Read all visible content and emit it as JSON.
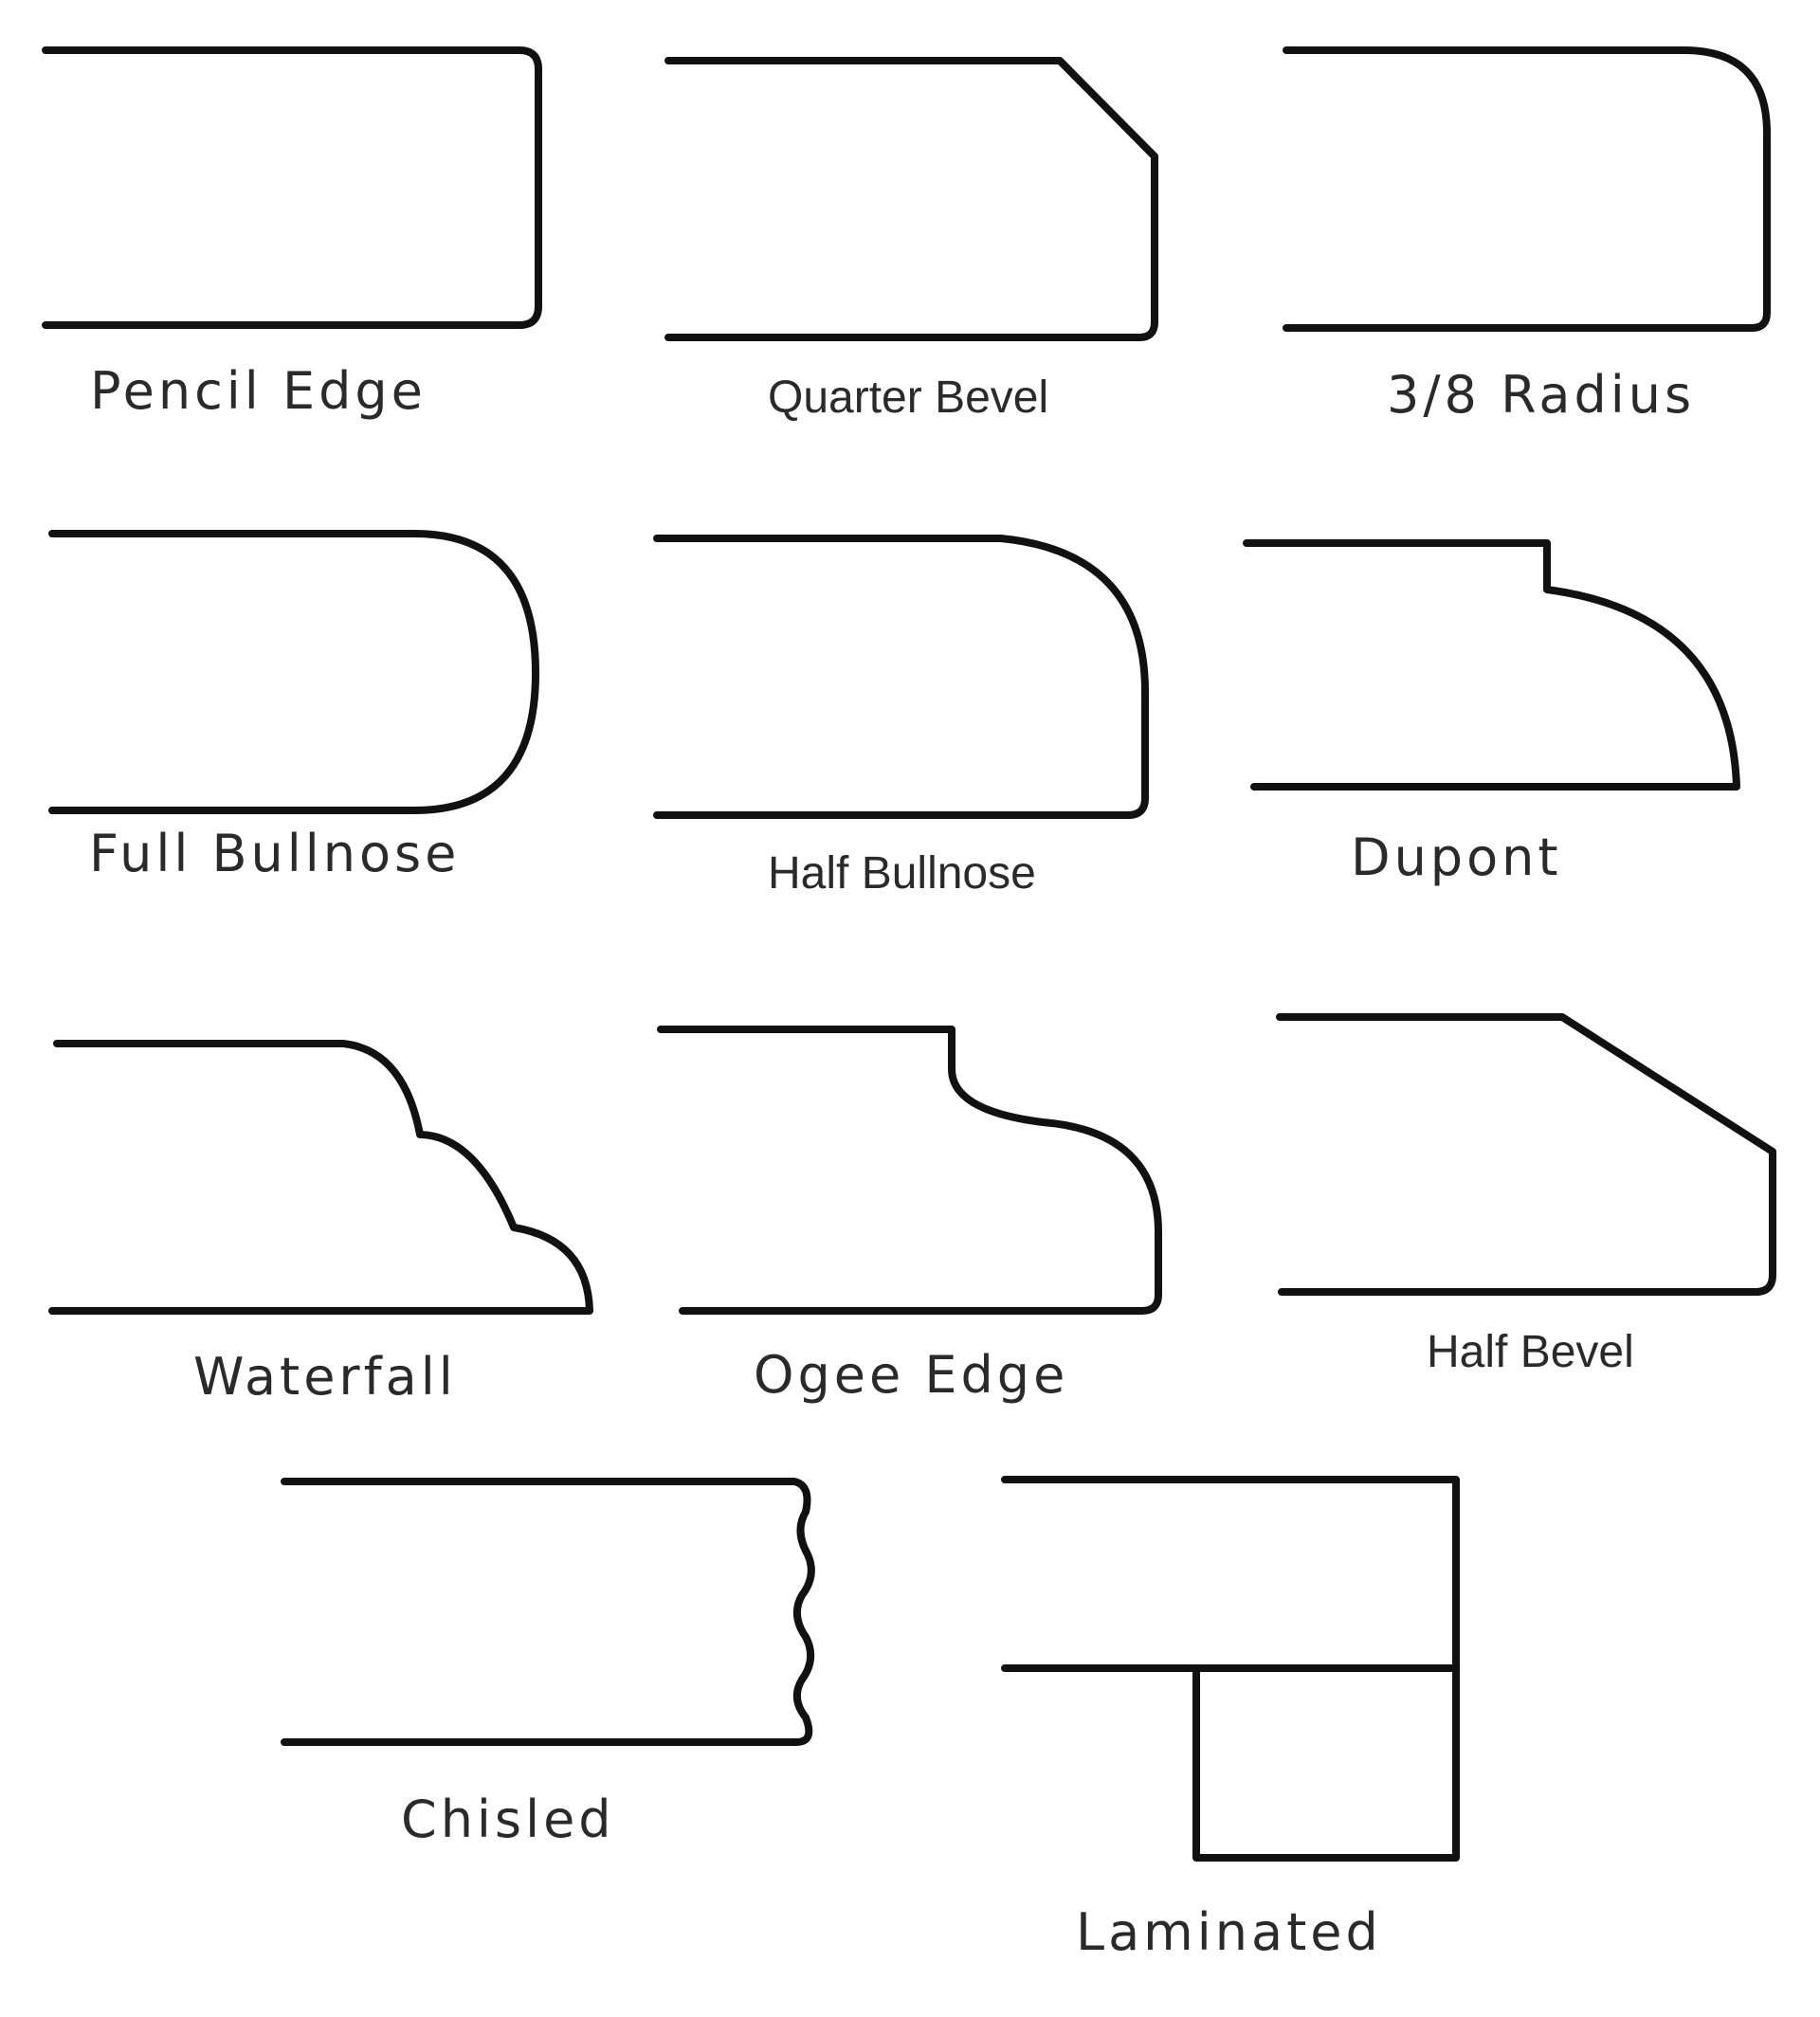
{
  "profiles": [
    {
      "id": "pencil_edge",
      "label": "Pencil Edge"
    },
    {
      "id": "quarter_bevel",
      "label": "Quarter Bevel"
    },
    {
      "id": "three_eighths_radius",
      "label": "3/8 Radius"
    },
    {
      "id": "full_bullnose",
      "label": "Full Bullnose"
    },
    {
      "id": "half_bullnose",
      "label": "Half Bullnose"
    },
    {
      "id": "dupont",
      "label": "Dupont"
    },
    {
      "id": "waterfall",
      "label": "Waterfall"
    },
    {
      "id": "ogee_edge",
      "label": "Ogee Edge"
    },
    {
      "id": "half_bevel",
      "label": "Half Bevel"
    },
    {
      "id": "chisled",
      "label": "Chisled"
    },
    {
      "id": "laminated",
      "label": "Laminated"
    }
  ]
}
